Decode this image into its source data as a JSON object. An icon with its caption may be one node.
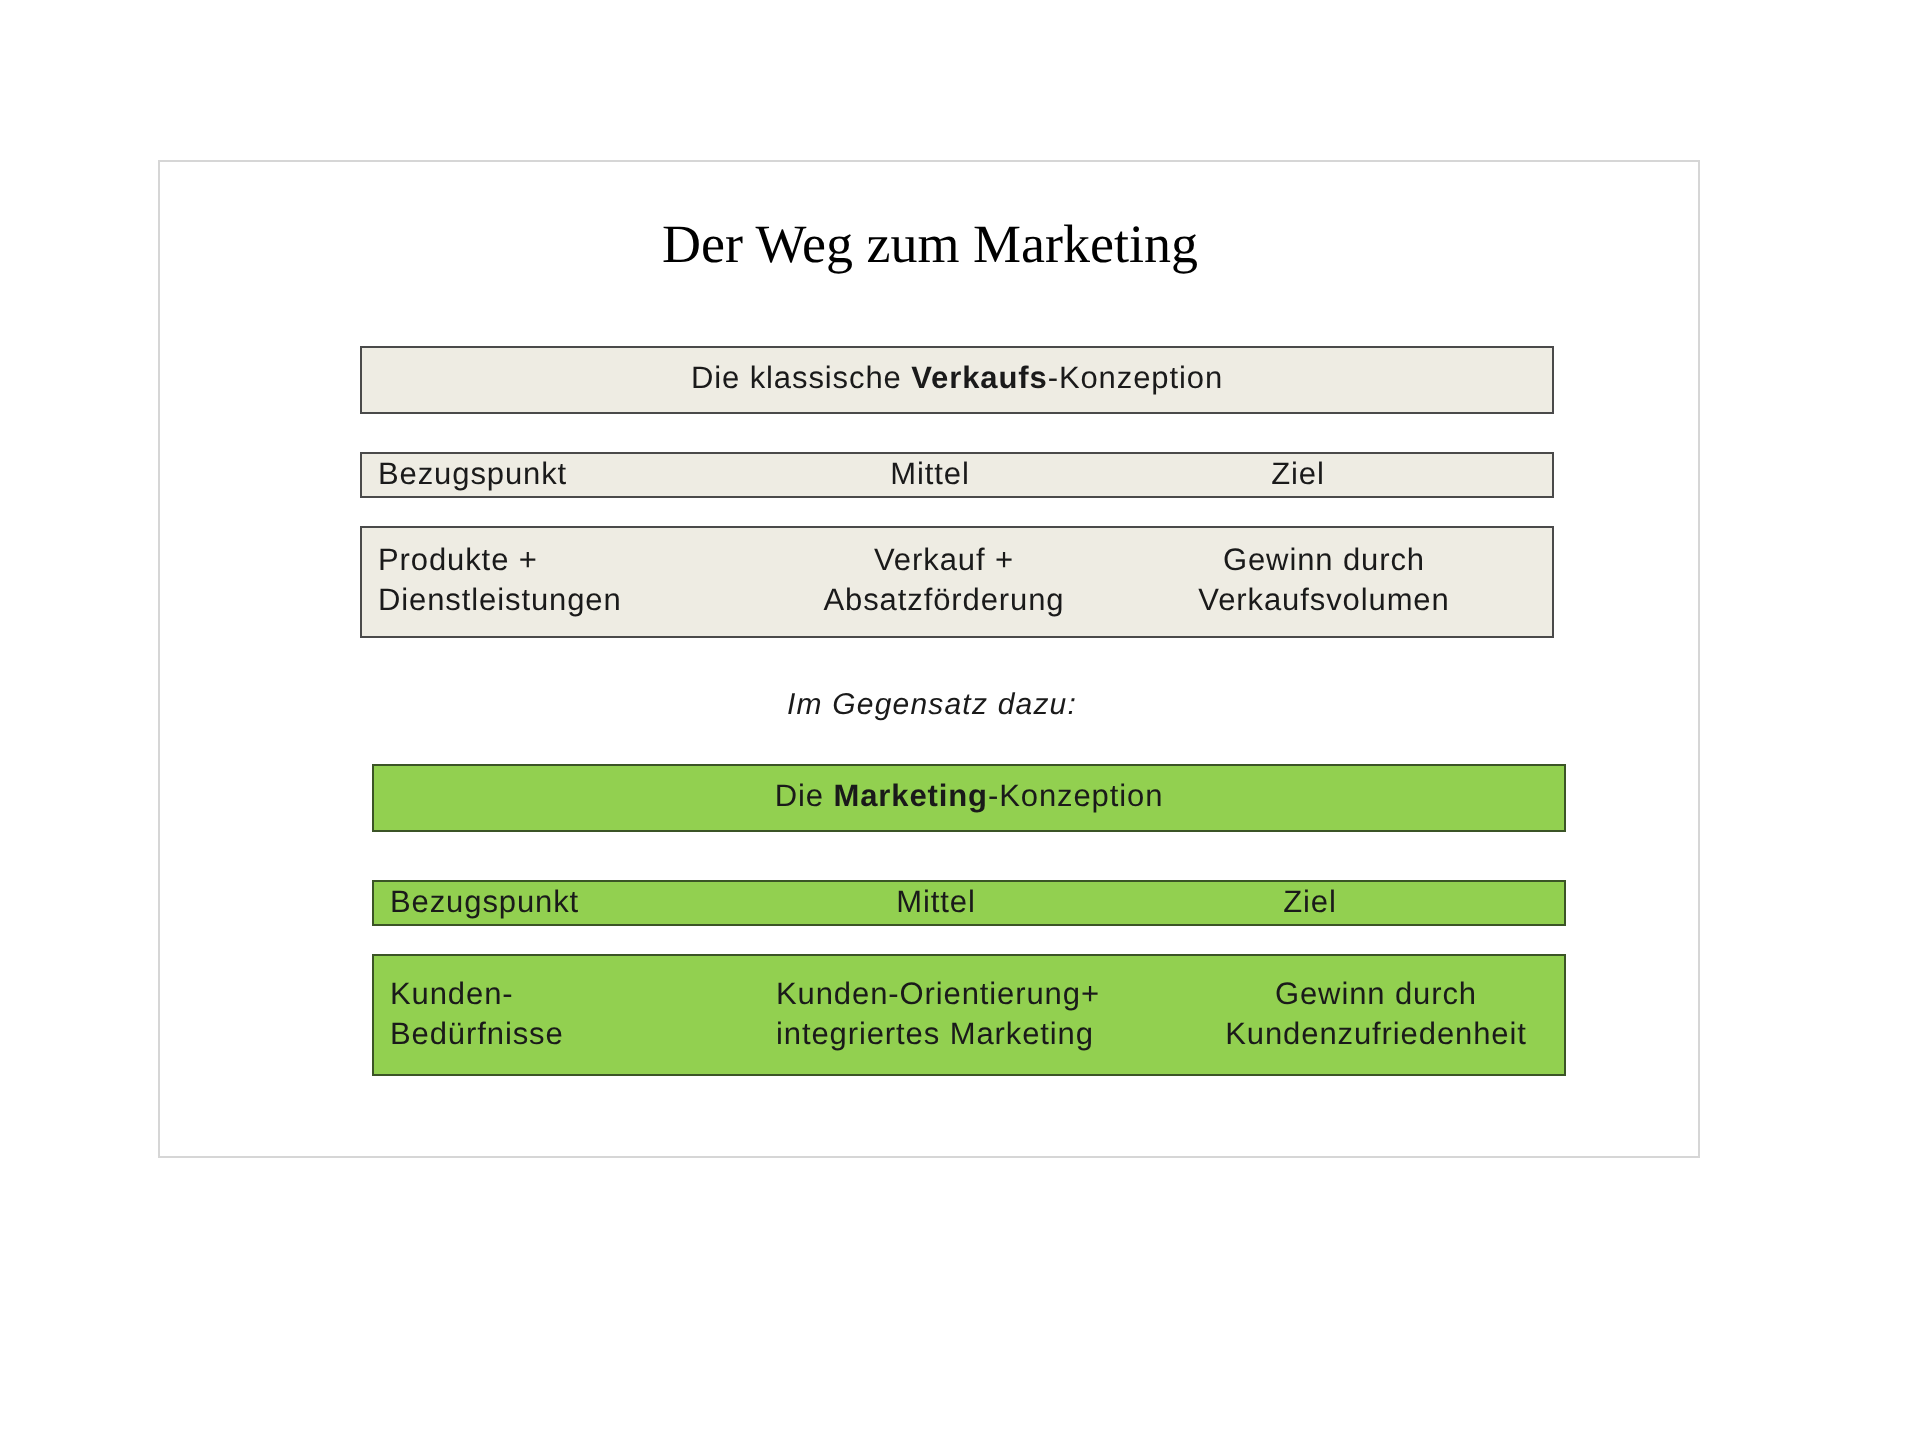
{
  "diagram": {
    "title": "Der Weg zum Marketing",
    "nodes": [
      {
        "text": [
          "Die klassische **Verkaufs**-Konzeption"
        ]
      },
      {
        "text": [
          "Bezugspunkt",
          "Mittel",
          "Ziel"
        ]
      },
      {
        "text": [
          "Produkte + Dienstleistungen",
          "Verkauf + Absatzförderung",
          "Gewinn durch Verkaufsvolumen"
        ]
      },
      {
        "text": [
          "Die **Marketing**-Konzeption"
        ]
      },
      {
        "text": [
          "Bezugspunkt",
          "Mittel",
          "Ziel"
        ]
      },
      {
        "text": [
          "Kunden- Bedürfnisse",
          "Kunden-Orientierung+ integriertes Marketing",
          "Gewinn durch Kundenzufriedenheit"
        ]
      }
    ],
    "labels": [
      "Im Gegensatz dazu:"
    ]
  }
}
